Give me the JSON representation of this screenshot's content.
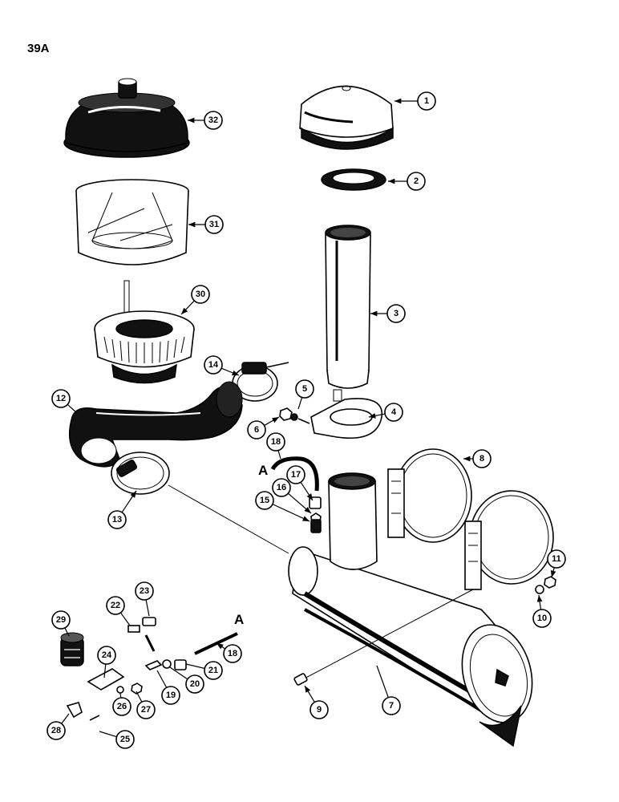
{
  "figure": {
    "code": "39A"
  },
  "connection_label": "A",
  "callouts": [
    "1",
    "2",
    "3",
    "4",
    "5",
    "6",
    "7",
    "8",
    "9",
    "10",
    "11",
    "12",
    "13",
    "14",
    "15",
    "16",
    "17",
    "18",
    "19",
    "20",
    "21",
    "22",
    "23",
    "24",
    "25",
    "26",
    "27",
    "28",
    "29",
    "30",
    "31",
    "32"
  ]
}
